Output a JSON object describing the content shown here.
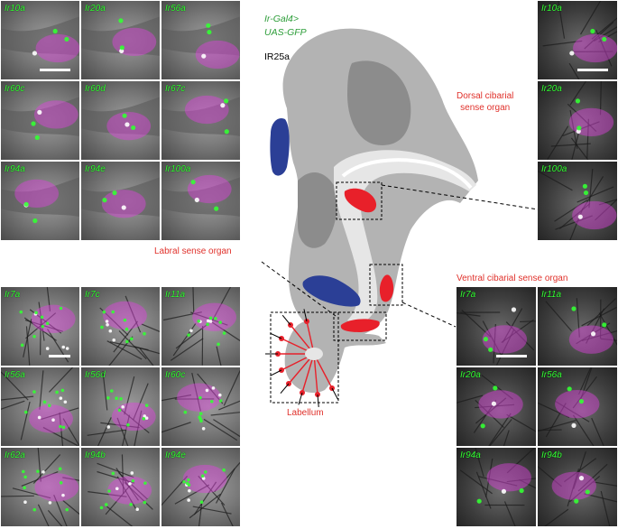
{
  "legend": {
    "line1": "Ir-Gal4>",
    "line2": "UAS-GFP",
    "stain": "IR25a"
  },
  "organs": {
    "dorsal_line1": "Dorsal cibarial",
    "dorsal_line2": "sense organ",
    "labral": "Labral sense organ",
    "ventral": "Ventral cibarial sense organ",
    "labellum": "Labellum"
  },
  "panels": {
    "labral": [
      "Ir10a",
      "Ir20a",
      "Ir56a",
      "Ir60c",
      "Ir60d",
      "Ir67c",
      "Ir94a",
      "Ir94e",
      "Ir100a"
    ],
    "labellum": [
      "Ir7a",
      "Ir7c",
      "Ir11a",
      "Ir56a",
      "Ir56d",
      "Ir60c",
      "Ir62a",
      "Ir94b",
      "Ir94e"
    ],
    "dorsal": [
      "Ir10a",
      "Ir20a",
      "Ir100a"
    ],
    "ventral": [
      "Ir7a",
      "Ir11a",
      "Ir20a",
      "Ir56a",
      "Ir94a",
      "Ir94b"
    ]
  },
  "colors": {
    "gfp": "#33ff33",
    "ir25a": "#e040e0",
    "sense_organ": "#e8202a",
    "gland": "#2b3f96",
    "head_outer": "#b3b3b3",
    "head_inner": "#8c8c8c",
    "pharynx": "#e6e6e6"
  }
}
